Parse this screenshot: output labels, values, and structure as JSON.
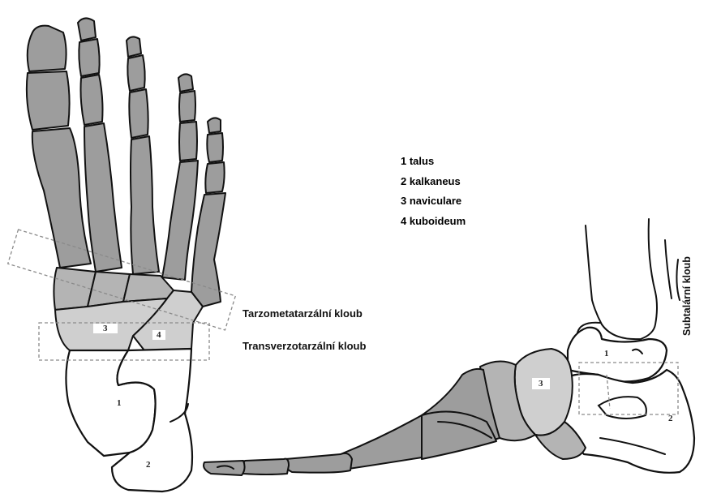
{
  "legend": {
    "items": [
      "1 talus",
      "2 kalkaneus",
      "3 naviculare",
      "4 kuboideum"
    ]
  },
  "labels": {
    "tarzometatarzalni": "Tarzometatarzální kloub",
    "transverzotarzalni": "Transverzotarzální kloub",
    "subtalarni": "Subtalární kloub"
  },
  "numbers": {
    "talus": "1",
    "kalkaneus": "2",
    "naviculare": "3",
    "kuboideum": "4"
  },
  "colors": {
    "bone_dark": "#9d9d9d",
    "bone_mid": "#b4b4b4",
    "bone_light": "#cfcfcf",
    "outline": "#111111",
    "dashed_box": "#8a8a8a",
    "background": "#ffffff"
  }
}
